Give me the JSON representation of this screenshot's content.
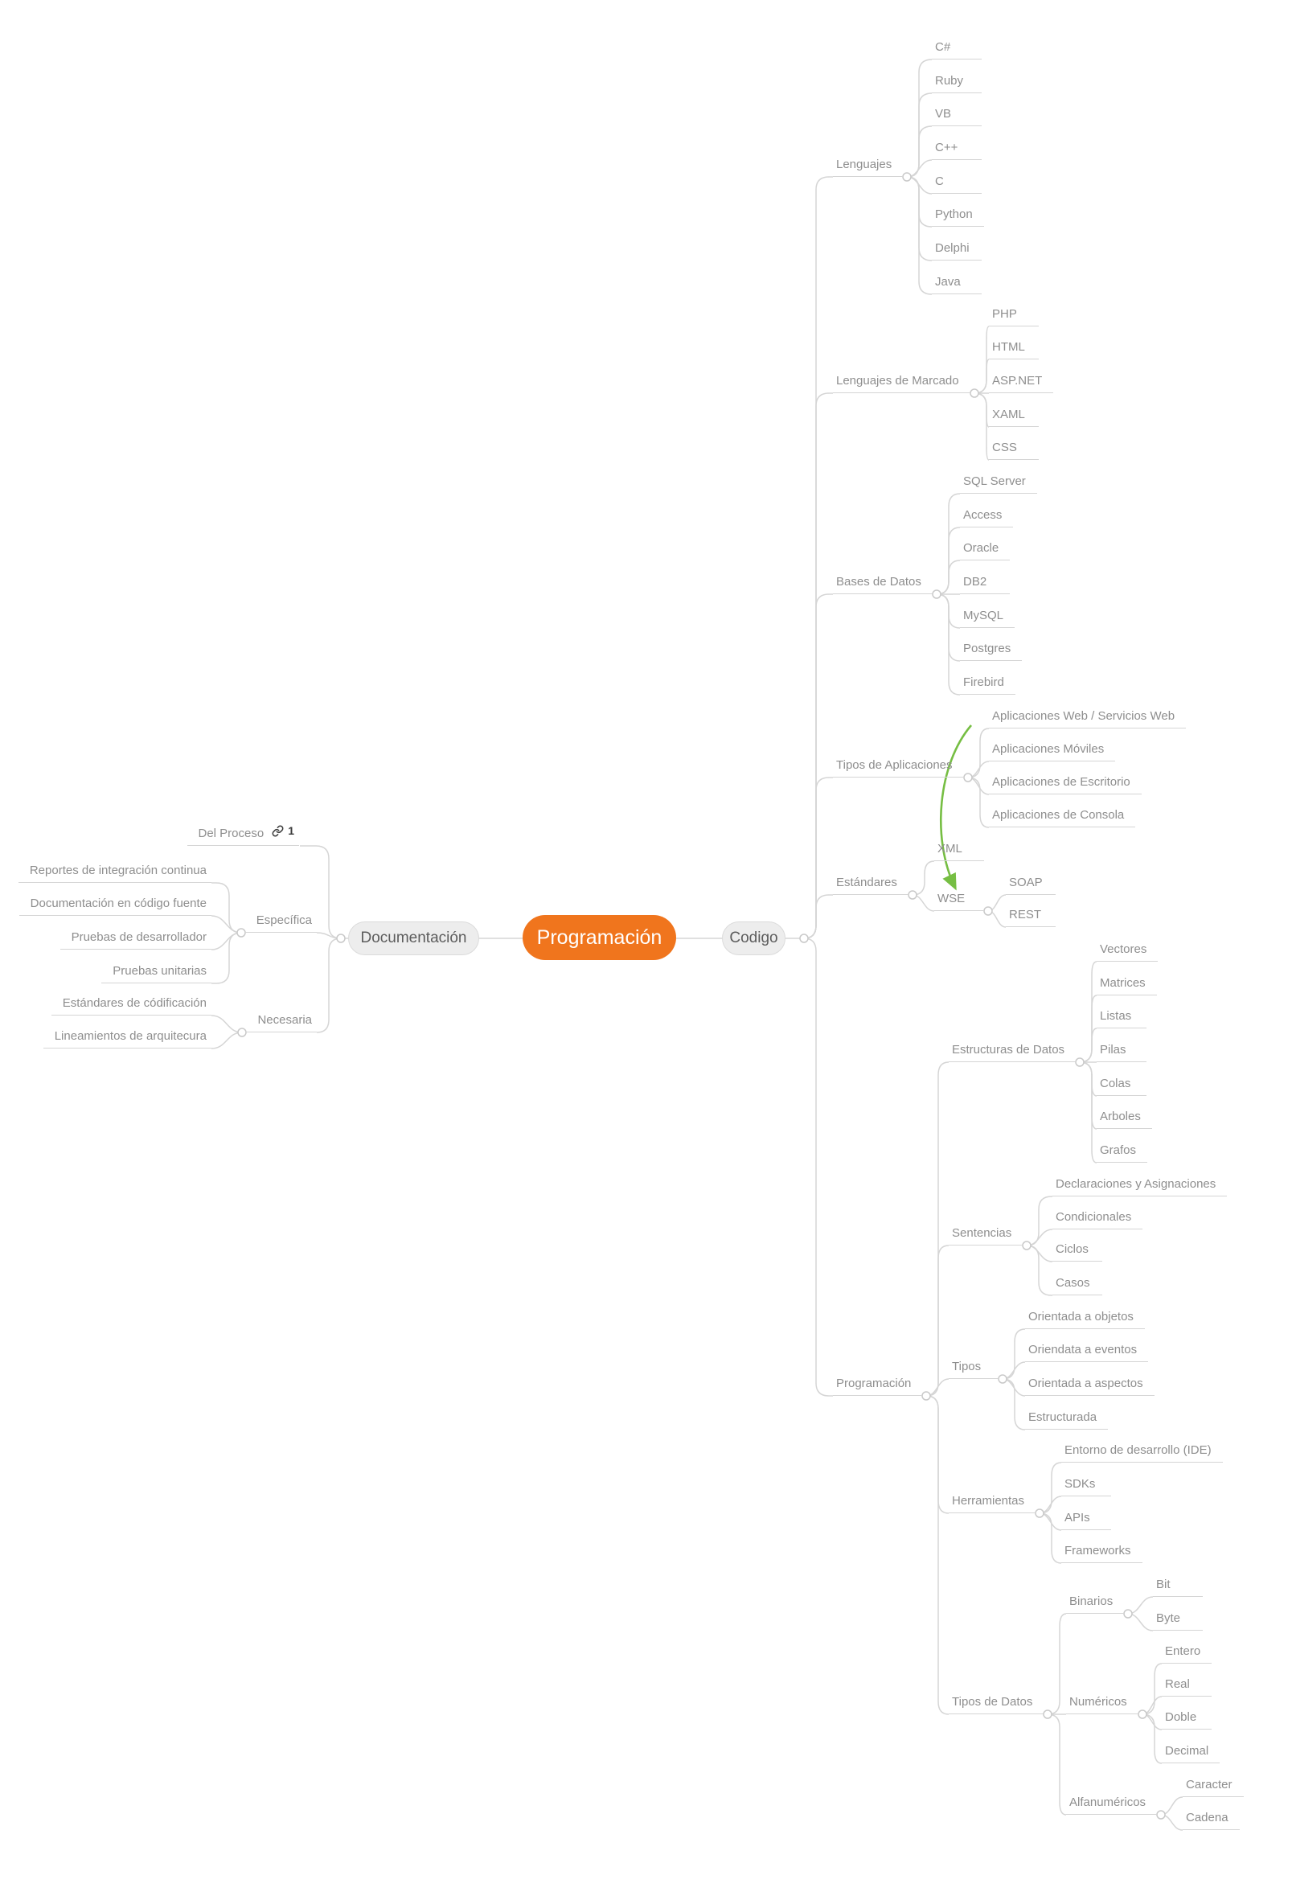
{
  "root": {
    "label": "Programación"
  },
  "left": {
    "label": "Documentación",
    "children": [
      {
        "id": "del-proceso",
        "label": "Del Proceso",
        "link_badge": "1"
      },
      {
        "id": "especifica",
        "label": "Específica",
        "children": [
          {
            "id": "reportes-integracion-continua",
            "label": "Reportes de integración continua"
          },
          {
            "id": "documentacion-codigo-fuente",
            "label": "Documentación en código fuente"
          },
          {
            "id": "pruebas-desarrollador",
            "label": "Pruebas de desarrollador"
          },
          {
            "id": "pruebas-unitarias",
            "label": "Pruebas unitarias"
          }
        ]
      },
      {
        "id": "necesaria",
        "label": "Necesaria",
        "children": [
          {
            "id": "estandares-codificacion",
            "label": "Estándares de códificación"
          },
          {
            "id": "lineamientos-arquitectura",
            "label": "Lineamientos de arquitecura"
          }
        ]
      }
    ]
  },
  "right": {
    "label": "Codigo",
    "children": [
      {
        "id": "lenguajes",
        "label": "Lenguajes",
        "children": [
          {
            "id": "csharp",
            "label": "C#"
          },
          {
            "id": "ruby",
            "label": "Ruby"
          },
          {
            "id": "vb",
            "label": "VB"
          },
          {
            "id": "cpp",
            "label": "C++"
          },
          {
            "id": "c",
            "label": "C"
          },
          {
            "id": "python",
            "label": "Python"
          },
          {
            "id": "delphi",
            "label": "Delphi"
          },
          {
            "id": "java",
            "label": "Java"
          }
        ]
      },
      {
        "id": "lenguajes-marcado",
        "label": "Lenguajes de Marcado",
        "children": [
          {
            "id": "php",
            "label": "PHP"
          },
          {
            "id": "html",
            "label": "HTML"
          },
          {
            "id": "aspnet",
            "label": "ASP.NET"
          },
          {
            "id": "xaml",
            "label": "XAML"
          },
          {
            "id": "css",
            "label": "CSS"
          }
        ]
      },
      {
        "id": "bases-datos",
        "label": "Bases de Datos",
        "children": [
          {
            "id": "sql-server",
            "label": "SQL Server"
          },
          {
            "id": "access",
            "label": "Access"
          },
          {
            "id": "oracle",
            "label": "Oracle"
          },
          {
            "id": "db2",
            "label": "DB2"
          },
          {
            "id": "mysql",
            "label": "MySQL"
          },
          {
            "id": "postgres",
            "label": "Postgres"
          },
          {
            "id": "firebird",
            "label": "Firebird"
          }
        ]
      },
      {
        "id": "tipos-aplicaciones",
        "label": "Tipos de Aplicaciones",
        "children": [
          {
            "id": "aplicaciones-web",
            "label": "Aplicaciones Web / Servicios Web"
          },
          {
            "id": "aplicaciones-moviles",
            "label": "Aplicaciones Móviles"
          },
          {
            "id": "aplicaciones-escritorio",
            "label": "Aplicaciones de Escritorio"
          },
          {
            "id": "aplicaciones-consola",
            "label": "Aplicaciones de Consola"
          }
        ]
      },
      {
        "id": "estandares",
        "label": "Estándares",
        "children": [
          {
            "id": "xml",
            "label": "XML"
          },
          {
            "id": "wse",
            "label": "WSE",
            "children": [
              {
                "id": "soap",
                "label": "SOAP"
              },
              {
                "id": "rest",
                "label": "REST"
              }
            ]
          }
        ]
      },
      {
        "id": "programacion-sub",
        "label": "Programación",
        "children": [
          {
            "id": "estructuras-datos",
            "label": "Estructuras de Datos",
            "children": [
              {
                "id": "vectores",
                "label": "Vectores"
              },
              {
                "id": "matrices",
                "label": "Matrices"
              },
              {
                "id": "listas",
                "label": "Listas"
              },
              {
                "id": "pilas",
                "label": "Pilas"
              },
              {
                "id": "colas",
                "label": "Colas"
              },
              {
                "id": "arboles",
                "label": "Arboles"
              },
              {
                "id": "grafos",
                "label": "Grafos"
              }
            ]
          },
          {
            "id": "sentencias",
            "label": "Sentencias",
            "children": [
              {
                "id": "declaraciones-asignaciones",
                "label": "Declaraciones y Asignaciones"
              },
              {
                "id": "condicionales",
                "label": "Condicionales"
              },
              {
                "id": "ciclos",
                "label": "Ciclos"
              },
              {
                "id": "casos",
                "label": "Casos"
              }
            ]
          },
          {
            "id": "tipos",
            "label": "Tipos",
            "children": [
              {
                "id": "orientada-objetos",
                "label": "Orientada a objetos"
              },
              {
                "id": "orientada-eventos",
                "label": "Oriendata a eventos"
              },
              {
                "id": "orientada-aspectos",
                "label": "Orientada a aspectos"
              },
              {
                "id": "estructurada",
                "label": "Estructurada"
              }
            ]
          },
          {
            "id": "herramientas",
            "label": "Herramientas",
            "children": [
              {
                "id": "entorno-ide",
                "label": "Entorno de desarrollo (IDE)"
              },
              {
                "id": "sdks",
                "label": "SDKs"
              },
              {
                "id": "apis",
                "label": "APIs"
              },
              {
                "id": "frameworks",
                "label": "Frameworks"
              }
            ]
          },
          {
            "id": "tipos-datos",
            "label": "Tipos de Datos",
            "children": [
              {
                "id": "binarios",
                "label": "Binarios",
                "children": [
                  {
                    "id": "bit",
                    "label": "Bit"
                  },
                  {
                    "id": "byte",
                    "label": "Byte"
                  }
                ]
              },
              {
                "id": "numericos",
                "label": "Numéricos",
                "children": [
                  {
                    "id": "entero",
                    "label": "Entero"
                  },
                  {
                    "id": "real",
                    "label": "Real"
                  },
                  {
                    "id": "doble",
                    "label": "Doble"
                  },
                  {
                    "id": "decimal",
                    "label": "Decimal"
                  }
                ]
              },
              {
                "id": "alfanumericos",
                "label": "Alfanuméricos",
                "children": [
                  {
                    "id": "caracter",
                    "label": "Caracter"
                  },
                  {
                    "id": "cadena",
                    "label": "Cadena"
                  }
                ]
              }
            ]
          }
        ]
      }
    ]
  },
  "colors": {
    "root_bg": "#F0751D",
    "root_text": "#FFFFFF",
    "pill_bg": "#EDEDED",
    "pill_border": "#DBDBDB",
    "pill_text": "#5C5C5C",
    "node_text": "#8E8E8E",
    "line": "#D5D5D5",
    "junction_stroke": "#C9C9C9",
    "arrow": "#76BE43",
    "badge": "#3A3A3A"
  }
}
